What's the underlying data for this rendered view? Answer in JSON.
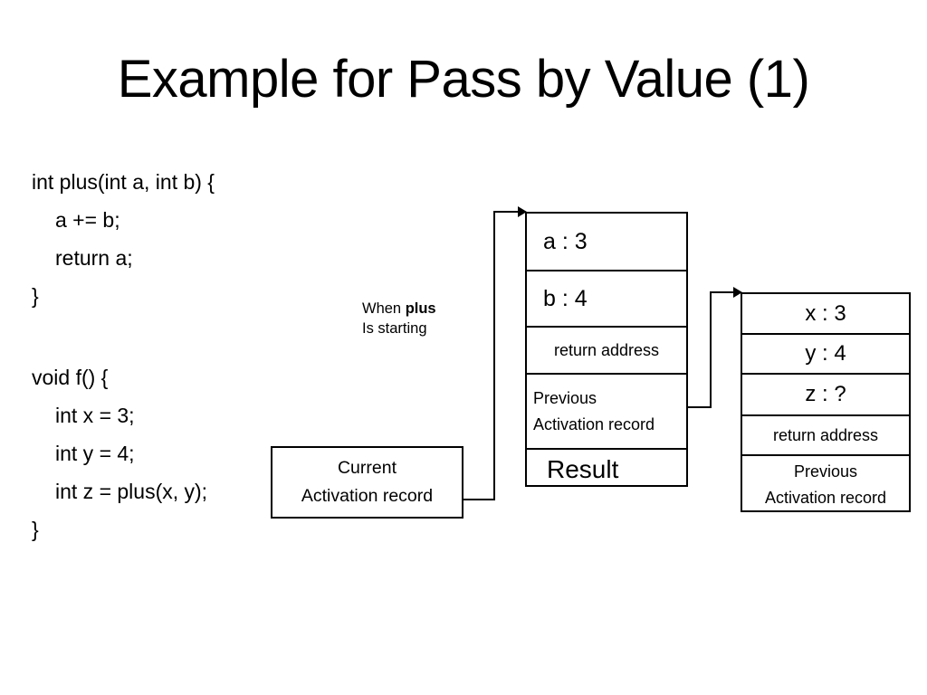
{
  "slide": {
    "title": "Example for Pass by Value (1)"
  },
  "code": {
    "plus_function": [
      "int plus(int a, int b) {",
      "a += b;",
      "return a;",
      "}"
    ],
    "f_function": [
      "void f() {",
      "int x = 3;",
      "int y = 4;",
      "int z = plus(x, y);",
      "}"
    ]
  },
  "annotation": {
    "line1_prefix": "When ",
    "line1_bold": "plus",
    "line2": "Is starting"
  },
  "frames": {
    "current": {
      "line1": "Current",
      "line2": "Activation record"
    },
    "plus_activation_record": {
      "rows": [
        "a : 3",
        "b : 4",
        "return address",
        "Previous",
        "Activation record",
        "Result"
      ]
    },
    "f_activation_record": {
      "rows": [
        "x : 3",
        "y : 4",
        "z : ?",
        "return address",
        "Previous",
        "Activation record"
      ]
    }
  },
  "colors": {
    "background": "#ffffff",
    "foreground": "#000000",
    "stroke": "#000000"
  }
}
